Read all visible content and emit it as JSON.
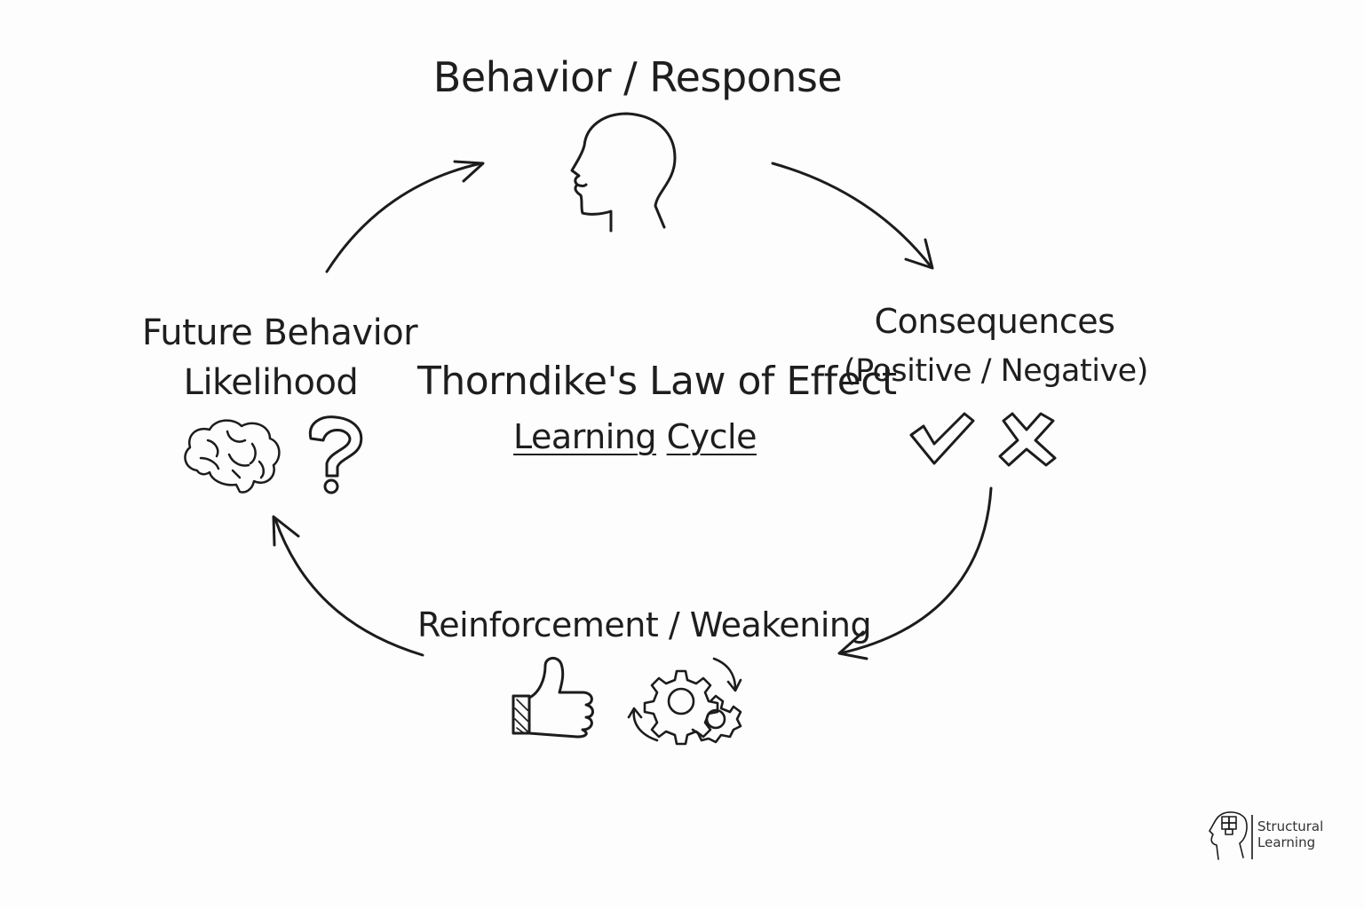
{
  "nodes": {
    "behavior": {
      "label": "Behavior / Response",
      "icon": "head-silhouette-icon"
    },
    "consequences": {
      "label": "Consequences",
      "sublabel": "(Positive / Negative)",
      "icons": [
        "checkmark-icon",
        "cross-icon"
      ]
    },
    "reinforcement": {
      "label": "Reinforcement / Weakening",
      "icons": [
        "thumbs-up-icon",
        "gears-icon"
      ]
    },
    "future": {
      "label_line1": "Future Behavior",
      "label_line2": "Likelihood",
      "icons": [
        "brain-icon",
        "question-mark-icon"
      ]
    }
  },
  "center": {
    "title": "Thorndike's Law of Effect",
    "subtitle_word1": "Learning",
    "subtitle_word2": "Cycle"
  },
  "logo": {
    "line1": "Structural",
    "line2": "Learning",
    "icon": "head-puzzle-logo-icon"
  },
  "style": {
    "ink": "#1c1c1c",
    "background": "#fdfdfd"
  }
}
